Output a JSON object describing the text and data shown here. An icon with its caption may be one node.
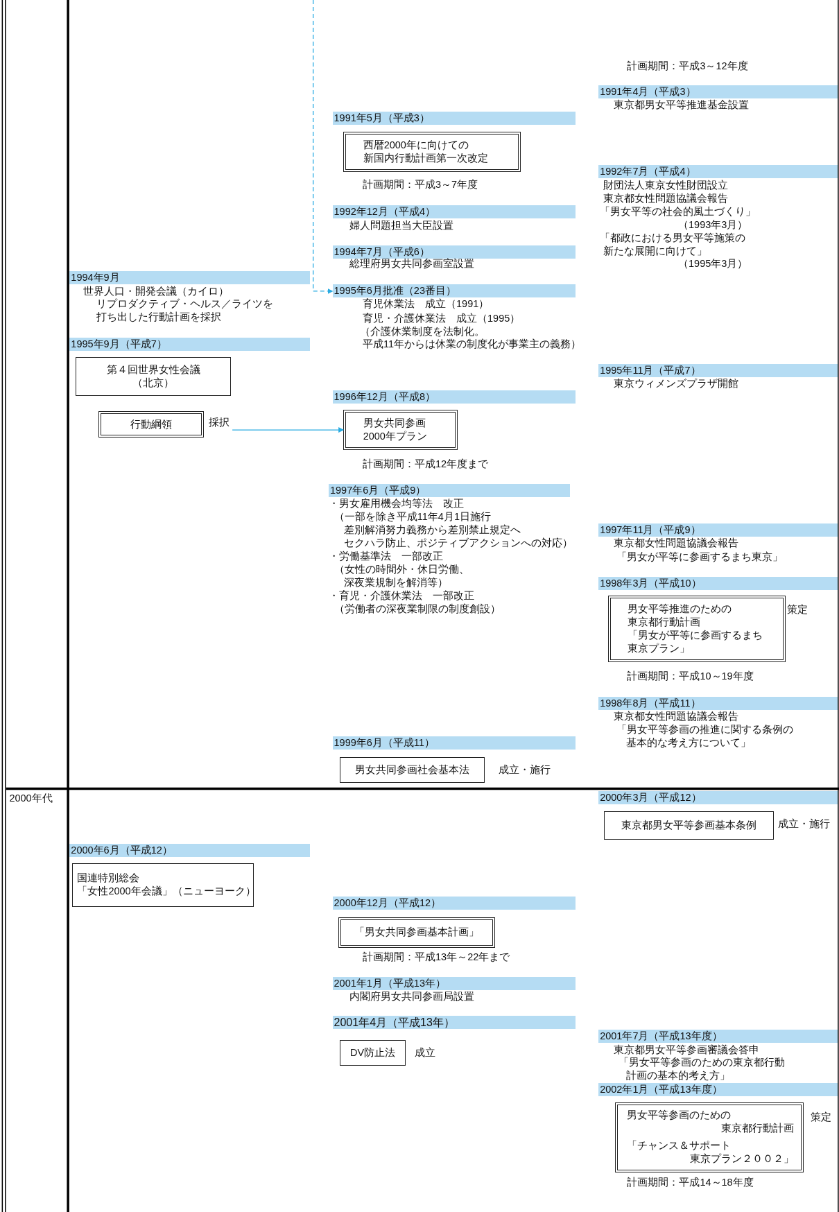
{
  "diagram": {
    "nodes": [
      {
        "text": [
          "1991年4月（平成3）"
        ]
      },
      {
        "text": [
          "1991年5月（平成3）"
        ]
      },
      {
        "text": [
          "西暦2000年に向けての",
          "新国内行動計画第一次改定"
        ],
        "beside": [
          "計画期間：平成3～7年度"
        ]
      },
      {
        "text": [
          "1992年7月（平成4）"
        ]
      },
      {
        "text": [
          "1992年12月（平成4）"
        ]
      },
      {
        "text": [
          "1994年7月（平成6）"
        ]
      },
      {
        "text": [
          "1994年9月"
        ]
      },
      {
        "text": [
          "1995年6月批准（23番目）"
        ]
      },
      {
        "text": [
          "1995年9月（平成7）"
        ]
      },
      {
        "text": [
          "第４回世界女性会議",
          "（北京）"
        ]
      },
      {
        "text": [
          "1995年11月（平成7）"
        ]
      },
      {
        "text": [
          "1996年12月（平成8）"
        ]
      },
      {
        "text": [
          "行動綱領"
        ]
      },
      {
        "text": [
          "採択"
        ]
      },
      {
        "text": [
          "男女共同参画",
          "2000年プラン"
        ],
        "beside": [
          "計画期間：平成12年度まで"
        ]
      },
      {
        "text": [
          "1997年6月（平成9）"
        ]
      },
      {
        "text": [
          "1997年11月（平成9）"
        ]
      },
      {
        "text": [
          "1998年3月（平成10）"
        ]
      },
      {
        "text": [
          "男女平等推進のための",
          "東京都行動計画",
          "「男女が平等に参画するまち",
          "東京プラン」"
        ],
        "beside": [
          "策定",
          "計画期間：平成10～19年度"
        ]
      },
      {
        "text": [
          "1998年8月（平成11）"
        ]
      },
      {
        "text": [
          "1999年6月（平成11）"
        ]
      },
      {
        "text": [
          "男女共同参画社会基本法"
        ],
        "beside": [
          "成立・施行"
        ]
      },
      {
        "text": [
          "2000年3月（平成12）"
        ]
      },
      {
        "text": [
          "東京都男女平等参画基本条例"
        ],
        "beside": [
          "成立・施行"
        ]
      },
      {
        "text": [
          "2000年6月（平成12）"
        ]
      },
      {
        "text": [
          "国連特別総会",
          "「女性2000年会議」（ニューヨーク）"
        ]
      },
      {
        "text": [
          "2000年12月（平成12）"
        ]
      },
      {
        "text": [
          "「男女共同参画基本計画」"
        ],
        "beside": [
          "計画期間：平成13年～22年まで"
        ]
      },
      {
        "text": [
          "2001年1月（平成13年）"
        ]
      },
      {
        "text": [
          "2001年4月（平成13年）"
        ]
      },
      {
        "text": [
          "2001年7月（平成13年度）"
        ]
      },
      {
        "text": [
          "DV防止法"
        ],
        "beside": [
          "成立"
        ]
      },
      {
        "text": [
          "2002年1月（平成13年度）"
        ]
      },
      {
        "text": [
          "男女平等参画のための",
          "東京都行動計画",
          "「チャンス＆サポート",
          "東京プラン２００２」"
        ],
        "beside": [
          "策定",
          "計画期間：平成14～18年度"
        ]
      }
    ],
    "edges": [
      {
        "from": null,
        "to": 7,
        "arrow": "to",
        "style": "dashed",
        "color": "#29abe2"
      },
      {
        "from": 13,
        "to": 14,
        "arrow": "to",
        "color": "#29abe2"
      }
    ],
    "labels": [
      "計画期間：平成3～12年度",
      "東京都男女平等推進基金設置",
      "財団法人東京女性財団設立",
      "東京都女性問題協議会報告",
      "「男女平等の社会的風土づくり」",
      "（1993年3月）",
      "婦人問題担当大臣設置",
      "「都政における男女平等施策の",
      "新たな展開に向けて」",
      "（1995年3月）",
      "総理府男女共同参画室設置",
      "世界人口・開発会議（カイロ）",
      "リプロダクティブ・ヘルス／ライツを",
      "育児休業法　成立（1991）",
      "育児・介護休業法　成立（1995）",
      "打ち出した行動計画を採択",
      "（介護休業制度を法制化。",
      "平成11年からは休業の制度化が事業主の義務）",
      "東京ウィメンズプラザ開館",
      "・男女雇用機会均等法　改正",
      "（一部を除き平成11年4月1日施行",
      "差別解消努力義務から差別禁止規定へ",
      "東京都女性問題協議会報告",
      "セクハラ防止、ポジティブアクションへの対応）",
      "・労働基準法　一部改正",
      "「男女が平等に参画するまち東京」",
      "（女性の時間外・休日労働、",
      "深夜業規制を解消等）",
      "・育児・介護休業法　一部改正",
      "（労働者の深夜業制限の制度創設）",
      "東京都女性問題協議会報告",
      "「男女平等参画の推進に関する条例の",
      "基本的な考え方について」",
      "2000年代",
      "内閣府男女共同参画局設置",
      "東京都男女平等参画審議会答申",
      "「男女平等参画のための東京都行動",
      "計画の基本的考え方」"
    ]
  }
}
